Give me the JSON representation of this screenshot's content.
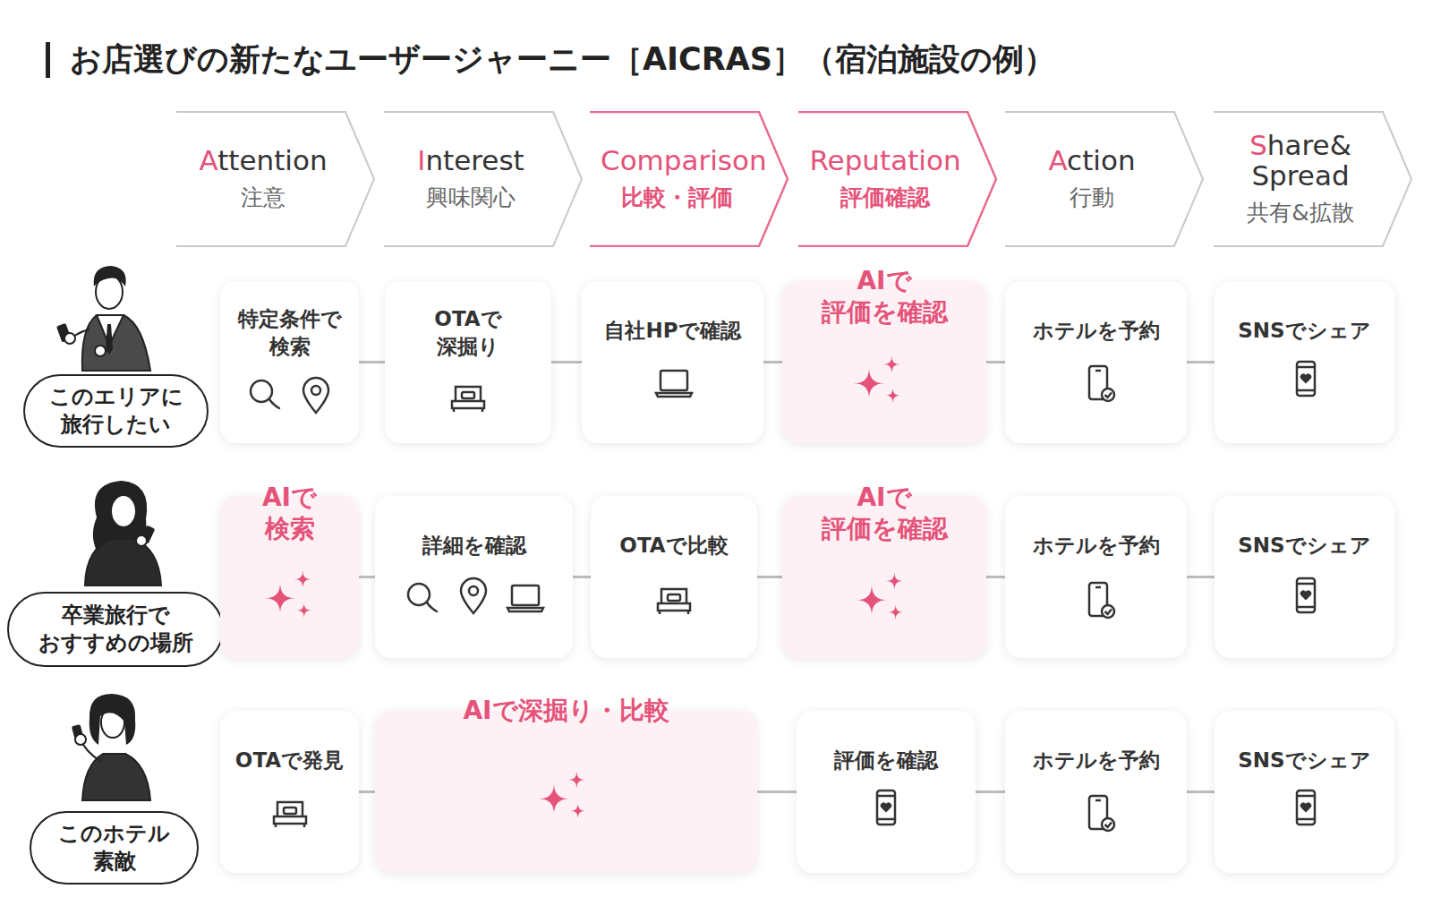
{
  "diagram": {
    "title": "お店選びの新たなユーザージャーニー［AICRAS］（宿泊施設の例）",
    "nodes": [
      {
        "text": [
          "Attention",
          "注意"
        ]
      },
      {
        "text": [
          "Interest",
          "興味関心"
        ]
      },
      {
        "text": [
          "Comparison",
          "比較・評価"
        ]
      },
      {
        "text": [
          "Reputation",
          "評価確認"
        ]
      },
      {
        "text": [
          "Action",
          "行動"
        ]
      },
      {
        "text": [
          "Share& Spread",
          "共有&拡散"
        ]
      },
      {
        "text": [
          "このエリアに 旅行したい"
        ]
      },
      {
        "text": [
          "特定条件で 検索"
        ]
      },
      {
        "text": [
          "OTAで 深掘り"
        ]
      },
      {
        "text": [
          "自社HPで確認"
        ]
      },
      {
        "text": [
          "AIで 評価を確認"
        ]
      },
      {
        "text": [
          "ホテルを予約"
        ]
      },
      {
        "text": [
          "SNSでシェア"
        ]
      },
      {
        "text": [
          "卒業旅行で おすすめの場所"
        ]
      },
      {
        "text": [
          "AIで 検索"
        ]
      },
      {
        "text": [
          "詳細を確認"
        ]
      },
      {
        "text": [
          "OTAで比較"
        ]
      },
      {
        "text": [
          "AIで 評価を確認"
        ]
      },
      {
        "text": [
          "ホテルを予約"
        ]
      },
      {
        "text": [
          "SNSでシェア"
        ]
      },
      {
        "text": [
          "このホテル 素敵"
        ]
      },
      {
        "text": [
          "OTAで発見"
        ]
      },
      {
        "text": [
          "AIで深掘り・比較"
        ]
      },
      {
        "text": [
          "評価を確認"
        ]
      },
      {
        "text": [
          "ホテルを予約"
        ]
      },
      {
        "text": [
          "SNSでシェア"
        ]
      }
    ],
    "edges": [
      {
        "from": 7,
        "to": 8,
        "arrow": "none"
      },
      {
        "from": 8,
        "to": 9,
        "arrow": "none"
      },
      {
        "from": 9,
        "to": 10,
        "arrow": "none"
      },
      {
        "from": 10,
        "to": 11,
        "arrow": "none"
      },
      {
        "from": 11,
        "to": 12,
        "arrow": "none"
      },
      {
        "from": 14,
        "to": 15,
        "arrow": "none"
      },
      {
        "from": 15,
        "to": 16,
        "arrow": "none"
      },
      {
        "from": 16,
        "to": 17,
        "arrow": "none"
      },
      {
        "from": 17,
        "to": 18,
        "arrow": "none"
      },
      {
        "from": 18,
        "to": 19,
        "arrow": "none"
      },
      {
        "from": 21,
        "to": 22,
        "arrow": "none"
      },
      {
        "from": 22,
        "to": 23,
        "arrow": "none"
      },
      {
        "from": 23,
        "to": 24,
        "arrow": "none"
      },
      {
        "from": 24,
        "to": 25,
        "arrow": "none"
      }
    ]
  }
}
